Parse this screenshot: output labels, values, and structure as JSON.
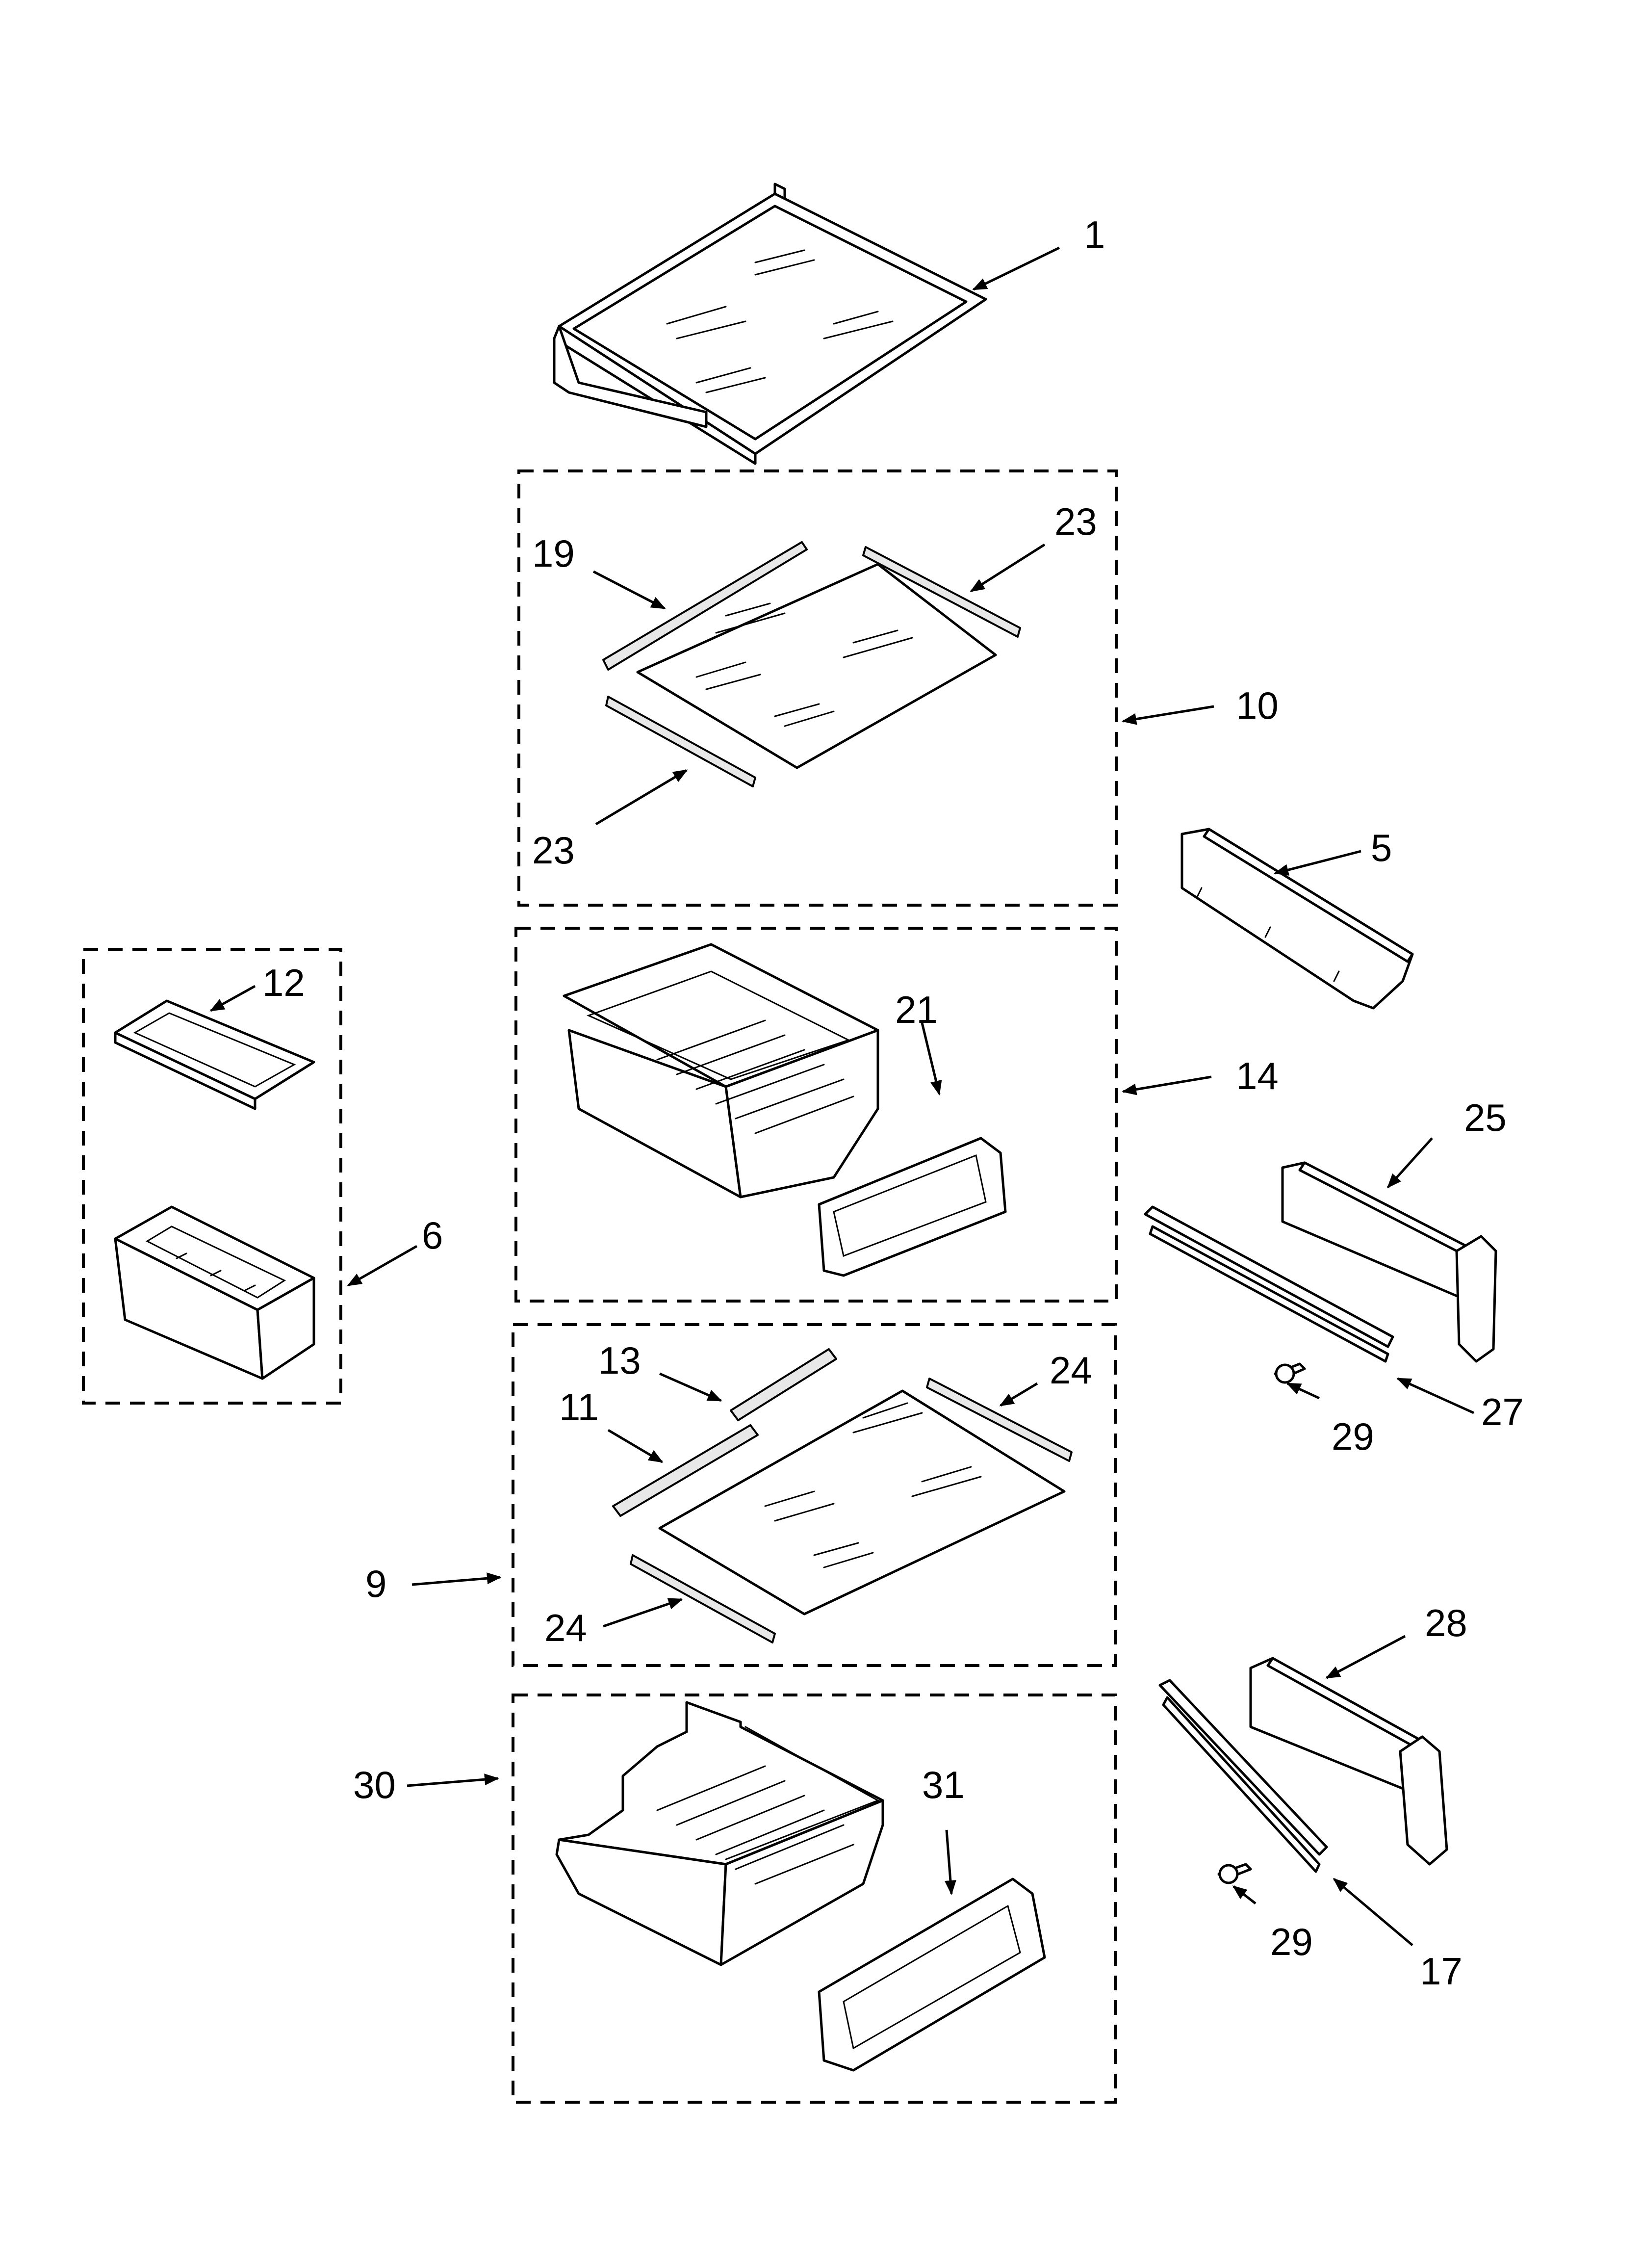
{
  "callouts": {
    "c1": "1",
    "c19": "19",
    "c23a": "23",
    "c23b": "23",
    "c10": "10",
    "c5": "5",
    "c12": "12",
    "c21": "21",
    "c14": "14",
    "c25": "25",
    "c6": "6",
    "c13": "13",
    "c11": "11",
    "c24a": "24",
    "c24b": "24",
    "c9": "9",
    "c27": "27",
    "c29a": "29",
    "c28": "28",
    "c30": "30",
    "c31": "31",
    "c29b": "29",
    "c17": "17"
  }
}
